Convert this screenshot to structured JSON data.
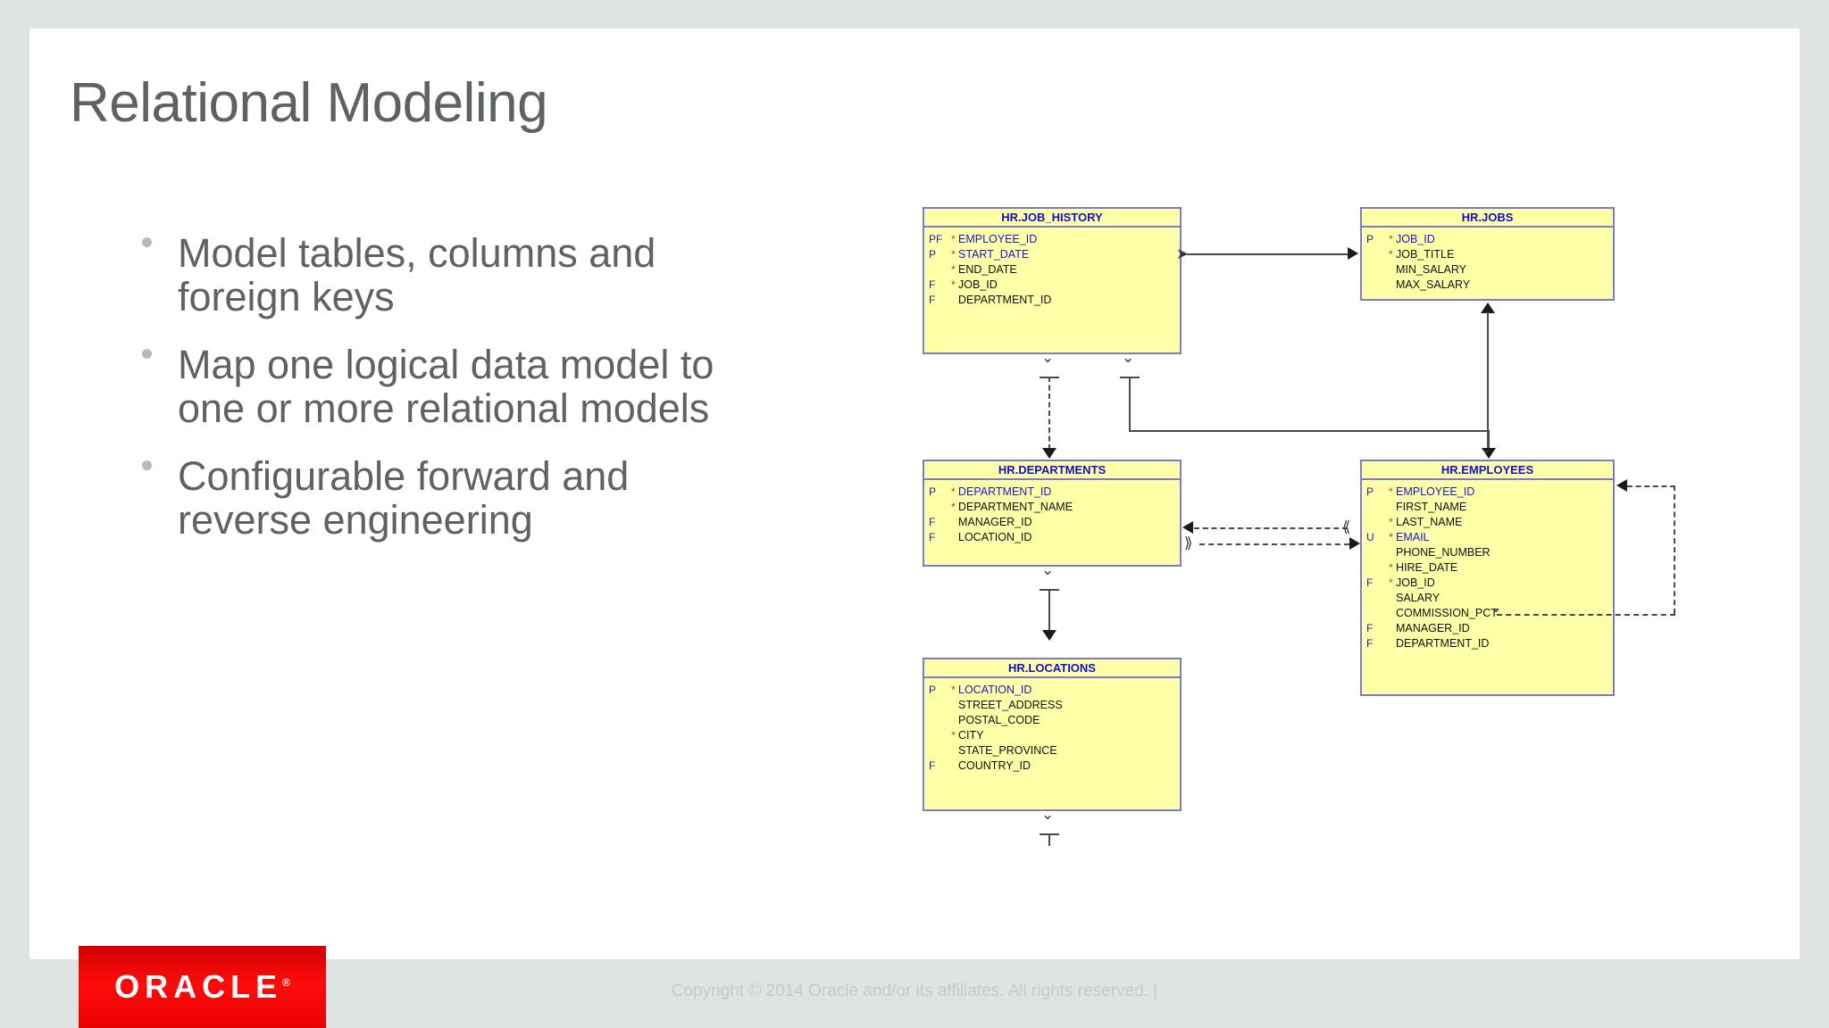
{
  "slide": {
    "title": "Relational Modeling",
    "bullets": [
      "Model tables, columns and foreign keys",
      "Map one logical data model to one or more relational models",
      "Configurable forward and reverse engineering"
    ]
  },
  "footer": {
    "logo_text": "ORACLE",
    "logo_mark": "®",
    "copyright": "Copyright © 2014 Oracle and/or its affiliates. All rights reserved.  |"
  },
  "colors": {
    "page_background": "#dfe4e3",
    "slide_background": "#ffffff",
    "text_gray": "#5e6362",
    "entity_fill": "#ffffa8",
    "entity_border": "#7a7ad0",
    "entity_title": "#1010d0",
    "mandatory_marker": "#e03010",
    "oracle_red": "#ee0000"
  },
  "diagram": {
    "type": "entity-relationship-diagram",
    "notation": "crow's foot (Barker)",
    "entities": [
      {
        "name": "HR.JOB_HISTORY",
        "columns": [
          {
            "key": "PF",
            "mandatory": "*",
            "name": "EMPLOYEE_ID",
            "pk": true
          },
          {
            "key": "P",
            "mandatory": "*",
            "name": "START_DATE",
            "pk": true
          },
          {
            "key": "",
            "mandatory": "*",
            "name": "END_DATE",
            "pk": false
          },
          {
            "key": "F",
            "mandatory": "*",
            "name": "JOB_ID",
            "pk": false
          },
          {
            "key": "F",
            "mandatory": "",
            "name": "DEPARTMENT_ID",
            "pk": false
          }
        ]
      },
      {
        "name": "HR.JOBS",
        "columns": [
          {
            "key": "P",
            "mandatory": "*",
            "name": "JOB_ID",
            "pk": true
          },
          {
            "key": "",
            "mandatory": "*",
            "name": "JOB_TITLE",
            "pk": false
          },
          {
            "key": "",
            "mandatory": "",
            "name": "MIN_SALARY",
            "pk": false
          },
          {
            "key": "",
            "mandatory": "",
            "name": "MAX_SALARY",
            "pk": false
          }
        ]
      },
      {
        "name": "HR.DEPARTMENTS",
        "columns": [
          {
            "key": "P",
            "mandatory": "*",
            "name": "DEPARTMENT_ID",
            "pk": true
          },
          {
            "key": "",
            "mandatory": "*",
            "name": "DEPARTMENT_NAME",
            "pk": false
          },
          {
            "key": "F",
            "mandatory": "",
            "name": "MANAGER_ID",
            "pk": false
          },
          {
            "key": "F",
            "mandatory": "",
            "name": "LOCATION_ID",
            "pk": false
          }
        ]
      },
      {
        "name": "HR.EMPLOYEES",
        "columns": [
          {
            "key": "P",
            "mandatory": "*",
            "name": "EMPLOYEE_ID",
            "pk": true
          },
          {
            "key": "",
            "mandatory": "",
            "name": "FIRST_NAME",
            "pk": false
          },
          {
            "key": "",
            "mandatory": "*",
            "name": "LAST_NAME",
            "pk": false
          },
          {
            "key": "U",
            "mandatory": "*",
            "name": "EMAIL",
            "pk": true
          },
          {
            "key": "",
            "mandatory": "",
            "name": "PHONE_NUMBER",
            "pk": false
          },
          {
            "key": "",
            "mandatory": "*",
            "name": "HIRE_DATE",
            "pk": false
          },
          {
            "key": "F",
            "mandatory": "*",
            "name": "JOB_ID",
            "pk": false
          },
          {
            "key": "",
            "mandatory": "",
            "name": "SALARY",
            "pk": false
          },
          {
            "key": "",
            "mandatory": "",
            "name": "COMMISSION_PCT",
            "pk": false
          },
          {
            "key": "F",
            "mandatory": "",
            "name": "MANAGER_ID",
            "pk": false
          },
          {
            "key": "F",
            "mandatory": "",
            "name": "DEPARTMENT_ID",
            "pk": false
          }
        ]
      },
      {
        "name": "HR.LOCATIONS",
        "columns": [
          {
            "key": "P",
            "mandatory": "*",
            "name": "LOCATION_ID",
            "pk": true
          },
          {
            "key": "",
            "mandatory": "",
            "name": "STREET_ADDRESS",
            "pk": false
          },
          {
            "key": "",
            "mandatory": "",
            "name": "POSTAL_CODE",
            "pk": false
          },
          {
            "key": "",
            "mandatory": "*",
            "name": "CITY",
            "pk": false
          },
          {
            "key": "",
            "mandatory": "",
            "name": "STATE_PROVINCE",
            "pk": false
          },
          {
            "key": "F",
            "mandatory": "",
            "name": "COUNTRY_ID",
            "pk": false
          }
        ]
      }
    ],
    "relationships": [
      {
        "from": "HR.JOB_HISTORY",
        "to": "HR.JOBS",
        "style": "solid"
      },
      {
        "from": "HR.JOB_HISTORY",
        "to": "HR.DEPARTMENTS",
        "style": "dashed"
      },
      {
        "from": "HR.JOB_HISTORY",
        "to": "HR.EMPLOYEES",
        "style": "solid"
      },
      {
        "from": "HR.EMPLOYEES",
        "to": "HR.JOBS",
        "style": "solid"
      },
      {
        "from": "HR.DEPARTMENTS",
        "to": "HR.EMPLOYEES",
        "style": "dashed"
      },
      {
        "from": "HR.EMPLOYEES",
        "to": "HR.DEPARTMENTS",
        "style": "dashed"
      },
      {
        "from": "HR.DEPARTMENTS",
        "to": "HR.LOCATIONS",
        "style": "solid"
      },
      {
        "from": "HR.EMPLOYEES",
        "to": "HR.EMPLOYEES",
        "style": "dashed",
        "self_reference": true
      }
    ]
  }
}
